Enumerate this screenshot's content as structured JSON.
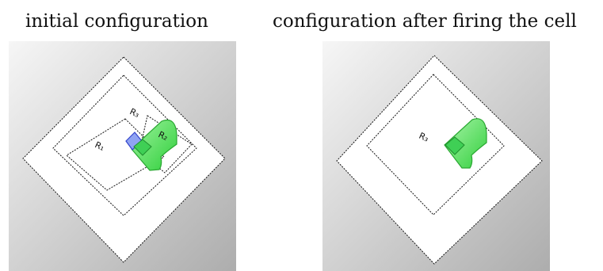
{
  "captions": {
    "left": "initial configuration",
    "right": "configuration after firing the cell"
  },
  "left_panel": {
    "labels": {
      "r1": "R₁",
      "r2": "R₂",
      "r3": "R₃"
    }
  },
  "right_panel": {
    "labels": {
      "r3": "R₃"
    }
  },
  "colors": {
    "region_fill": "#ffffff",
    "outline": "#111111",
    "green": "#44dd44",
    "blue": "#5577ee"
  }
}
